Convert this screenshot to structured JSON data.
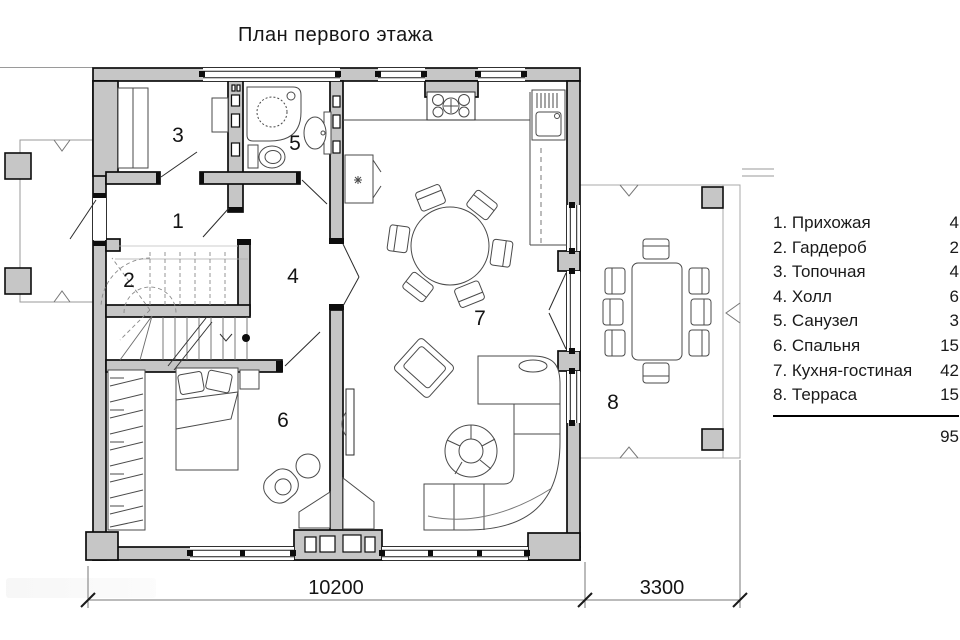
{
  "title": "План первого этажа",
  "plan": {
    "rooms": [
      {
        "label": "1",
        "name": "Прихожая"
      },
      {
        "label": "2",
        "name": "Гардероб"
      },
      {
        "label": "3",
        "name": "Топочная"
      },
      {
        "label": "4",
        "name": "Холл"
      },
      {
        "label": "5",
        "name": "Санузел"
      },
      {
        "label": "6",
        "name": "Спальня"
      },
      {
        "label": "7",
        "name": "Кухня-гостиная"
      },
      {
        "label": "8",
        "name": "Терраса"
      }
    ],
    "dimensions": {
      "main_width": "10200",
      "terrace_width": "3300"
    }
  },
  "legend": {
    "items": [
      {
        "label": "1. Прихожая",
        "area": "4"
      },
      {
        "label": "2. Гардероб",
        "area": "2"
      },
      {
        "label": "3. Топочная",
        "area": "4"
      },
      {
        "label": "4. Холл",
        "area": "6"
      },
      {
        "label": "5. Санузел",
        "area": "3"
      },
      {
        "label": "6. Спальня",
        "area": "15"
      },
      {
        "label": "7. Кухня-гостиная",
        "area": "42"
      },
      {
        "label": "8. Терраса",
        "area": "15"
      }
    ],
    "total_area": "95"
  },
  "colors": {
    "wall_fill": "#c6c6c6",
    "wall_stroke": "#0d0d0d",
    "furniture_line": "#4a4a4a",
    "thin_line": "#999999"
  }
}
